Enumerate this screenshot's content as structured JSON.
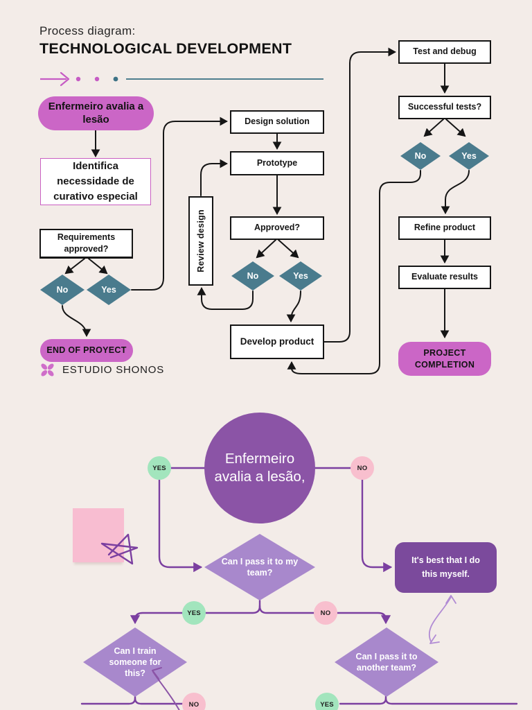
{
  "header": {
    "kicker": "Process diagram:",
    "title": "TECHNOLOGICAL DEVELOPMENT"
  },
  "brand": {
    "name": "ESTUDIO SHONOS"
  },
  "top_flow": {
    "start": "Enfermeiro avalia a lesão",
    "identify": "Identifica necessidade de curativo especial",
    "requirements": "Requirements approved?",
    "req_no": "No",
    "req_yes": "Yes",
    "end": "END OF PROYECT",
    "design": "Design solution",
    "prototype": "Prototype",
    "review": "Review design",
    "approved": "Approved?",
    "app_no": "No",
    "app_yes": "Yes",
    "develop": "Develop product",
    "test": "Test and debug",
    "successful": "Successful tests?",
    "test_no": "No",
    "test_yes": "Yes",
    "refine": "Refine product",
    "evaluate": "Evaluate results",
    "completion": "PROJECT COMPLETION"
  },
  "bottom_flow": {
    "start": "Enfermeiro avalia a lesão,",
    "q_team": "Can I pass it to my team?",
    "myself": "It's best that I do this myself.",
    "q_train": "Can I train someone for this?",
    "q_another": "Can I pass it to another team?",
    "labels": {
      "yes": "YES",
      "no": "NO"
    }
  },
  "colors": {
    "background": "#f3ece8",
    "accent_pink": "#cb66c6",
    "teal": "#4a7b8d",
    "purple_circle": "#8b54a6",
    "light_purple": "#a888cc",
    "deep_purple": "#7b4a9c",
    "badge_green": "#a2e5bd",
    "badge_pink": "#f8bfce",
    "line_purple": "#7b3fa0",
    "line_black": "#151515"
  }
}
